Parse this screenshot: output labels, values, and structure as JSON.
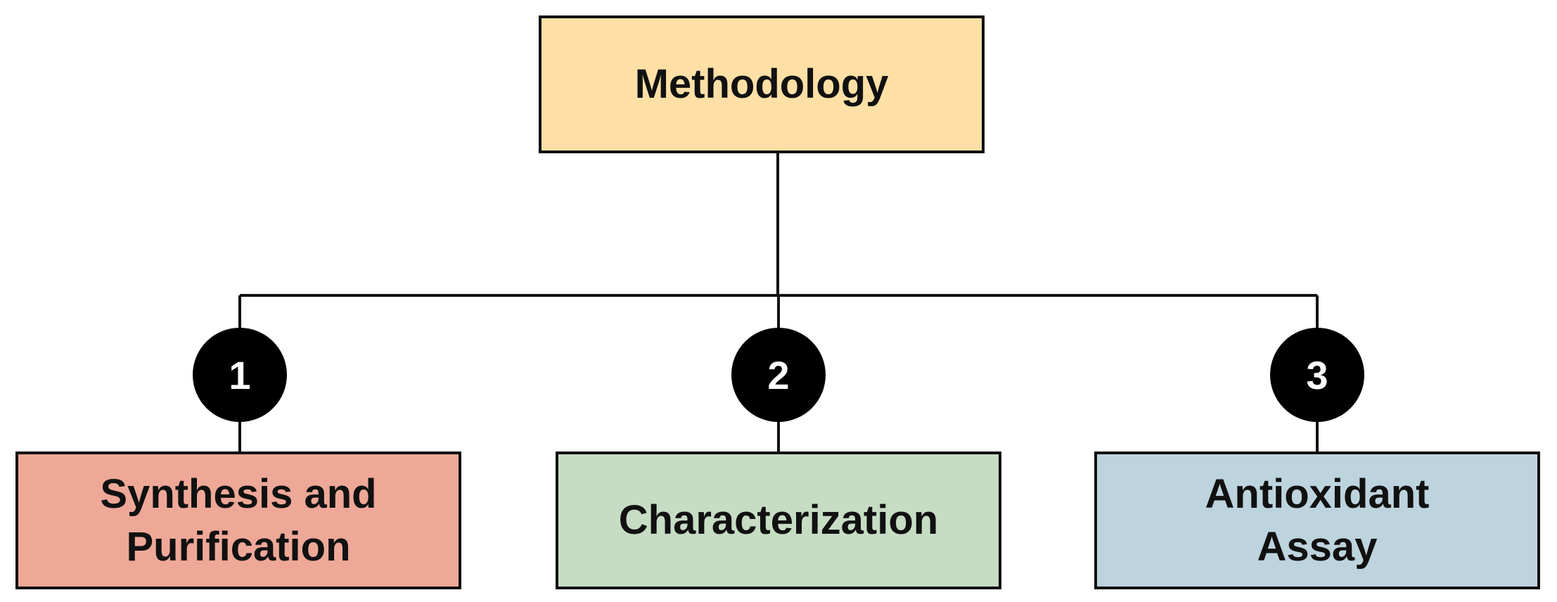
{
  "diagram": {
    "root": {
      "label": "Methodology",
      "color": "#FEE0A6"
    },
    "children": [
      {
        "number": "1",
        "label": "Synthesis and Purification",
        "color": "#EEA898"
      },
      {
        "number": "2",
        "label": "Characterization",
        "color": "#C6DDC4"
      },
      {
        "number": "3",
        "label": "Antioxidant Assay",
        "color": "#BDD4DF"
      }
    ],
    "connector_color": "#111111",
    "badge_color": "#000000"
  }
}
